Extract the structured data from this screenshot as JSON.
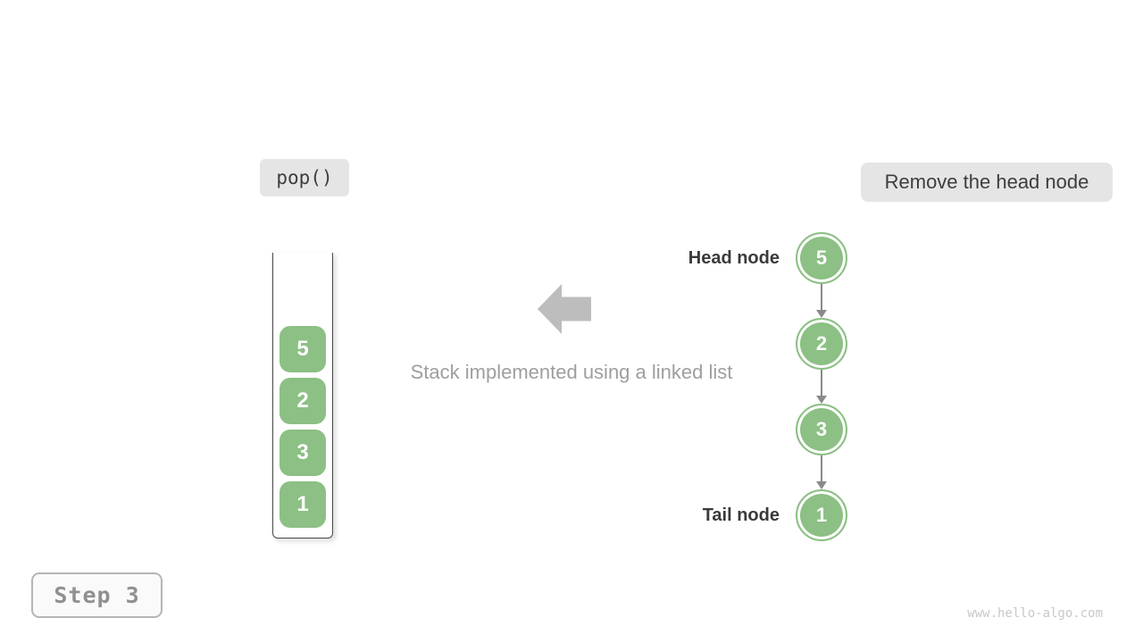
{
  "labels": {
    "operation": "pop()",
    "description": "Remove the head node",
    "caption": "Stack implemented using a linked list",
    "head_node": "Head node",
    "tail_node": "Tail node",
    "step": "Step 3",
    "watermark": "www.hello-algo.com"
  },
  "stack": {
    "items_top_to_bottom": [
      "5",
      "2",
      "3",
      "1"
    ]
  },
  "linked_list": {
    "nodes_head_to_tail": [
      "5",
      "2",
      "3",
      "1"
    ]
  },
  "colors": {
    "node_green": "#8CC084",
    "pill_background": "#e5e5e5",
    "dark_text": "#3d3d3d",
    "gray_text": "#9e9e9e",
    "arrow_gray": "#8a8a8a",
    "block_arrow_gray": "#bdbdbd",
    "container_border": "#4a4a4a"
  }
}
